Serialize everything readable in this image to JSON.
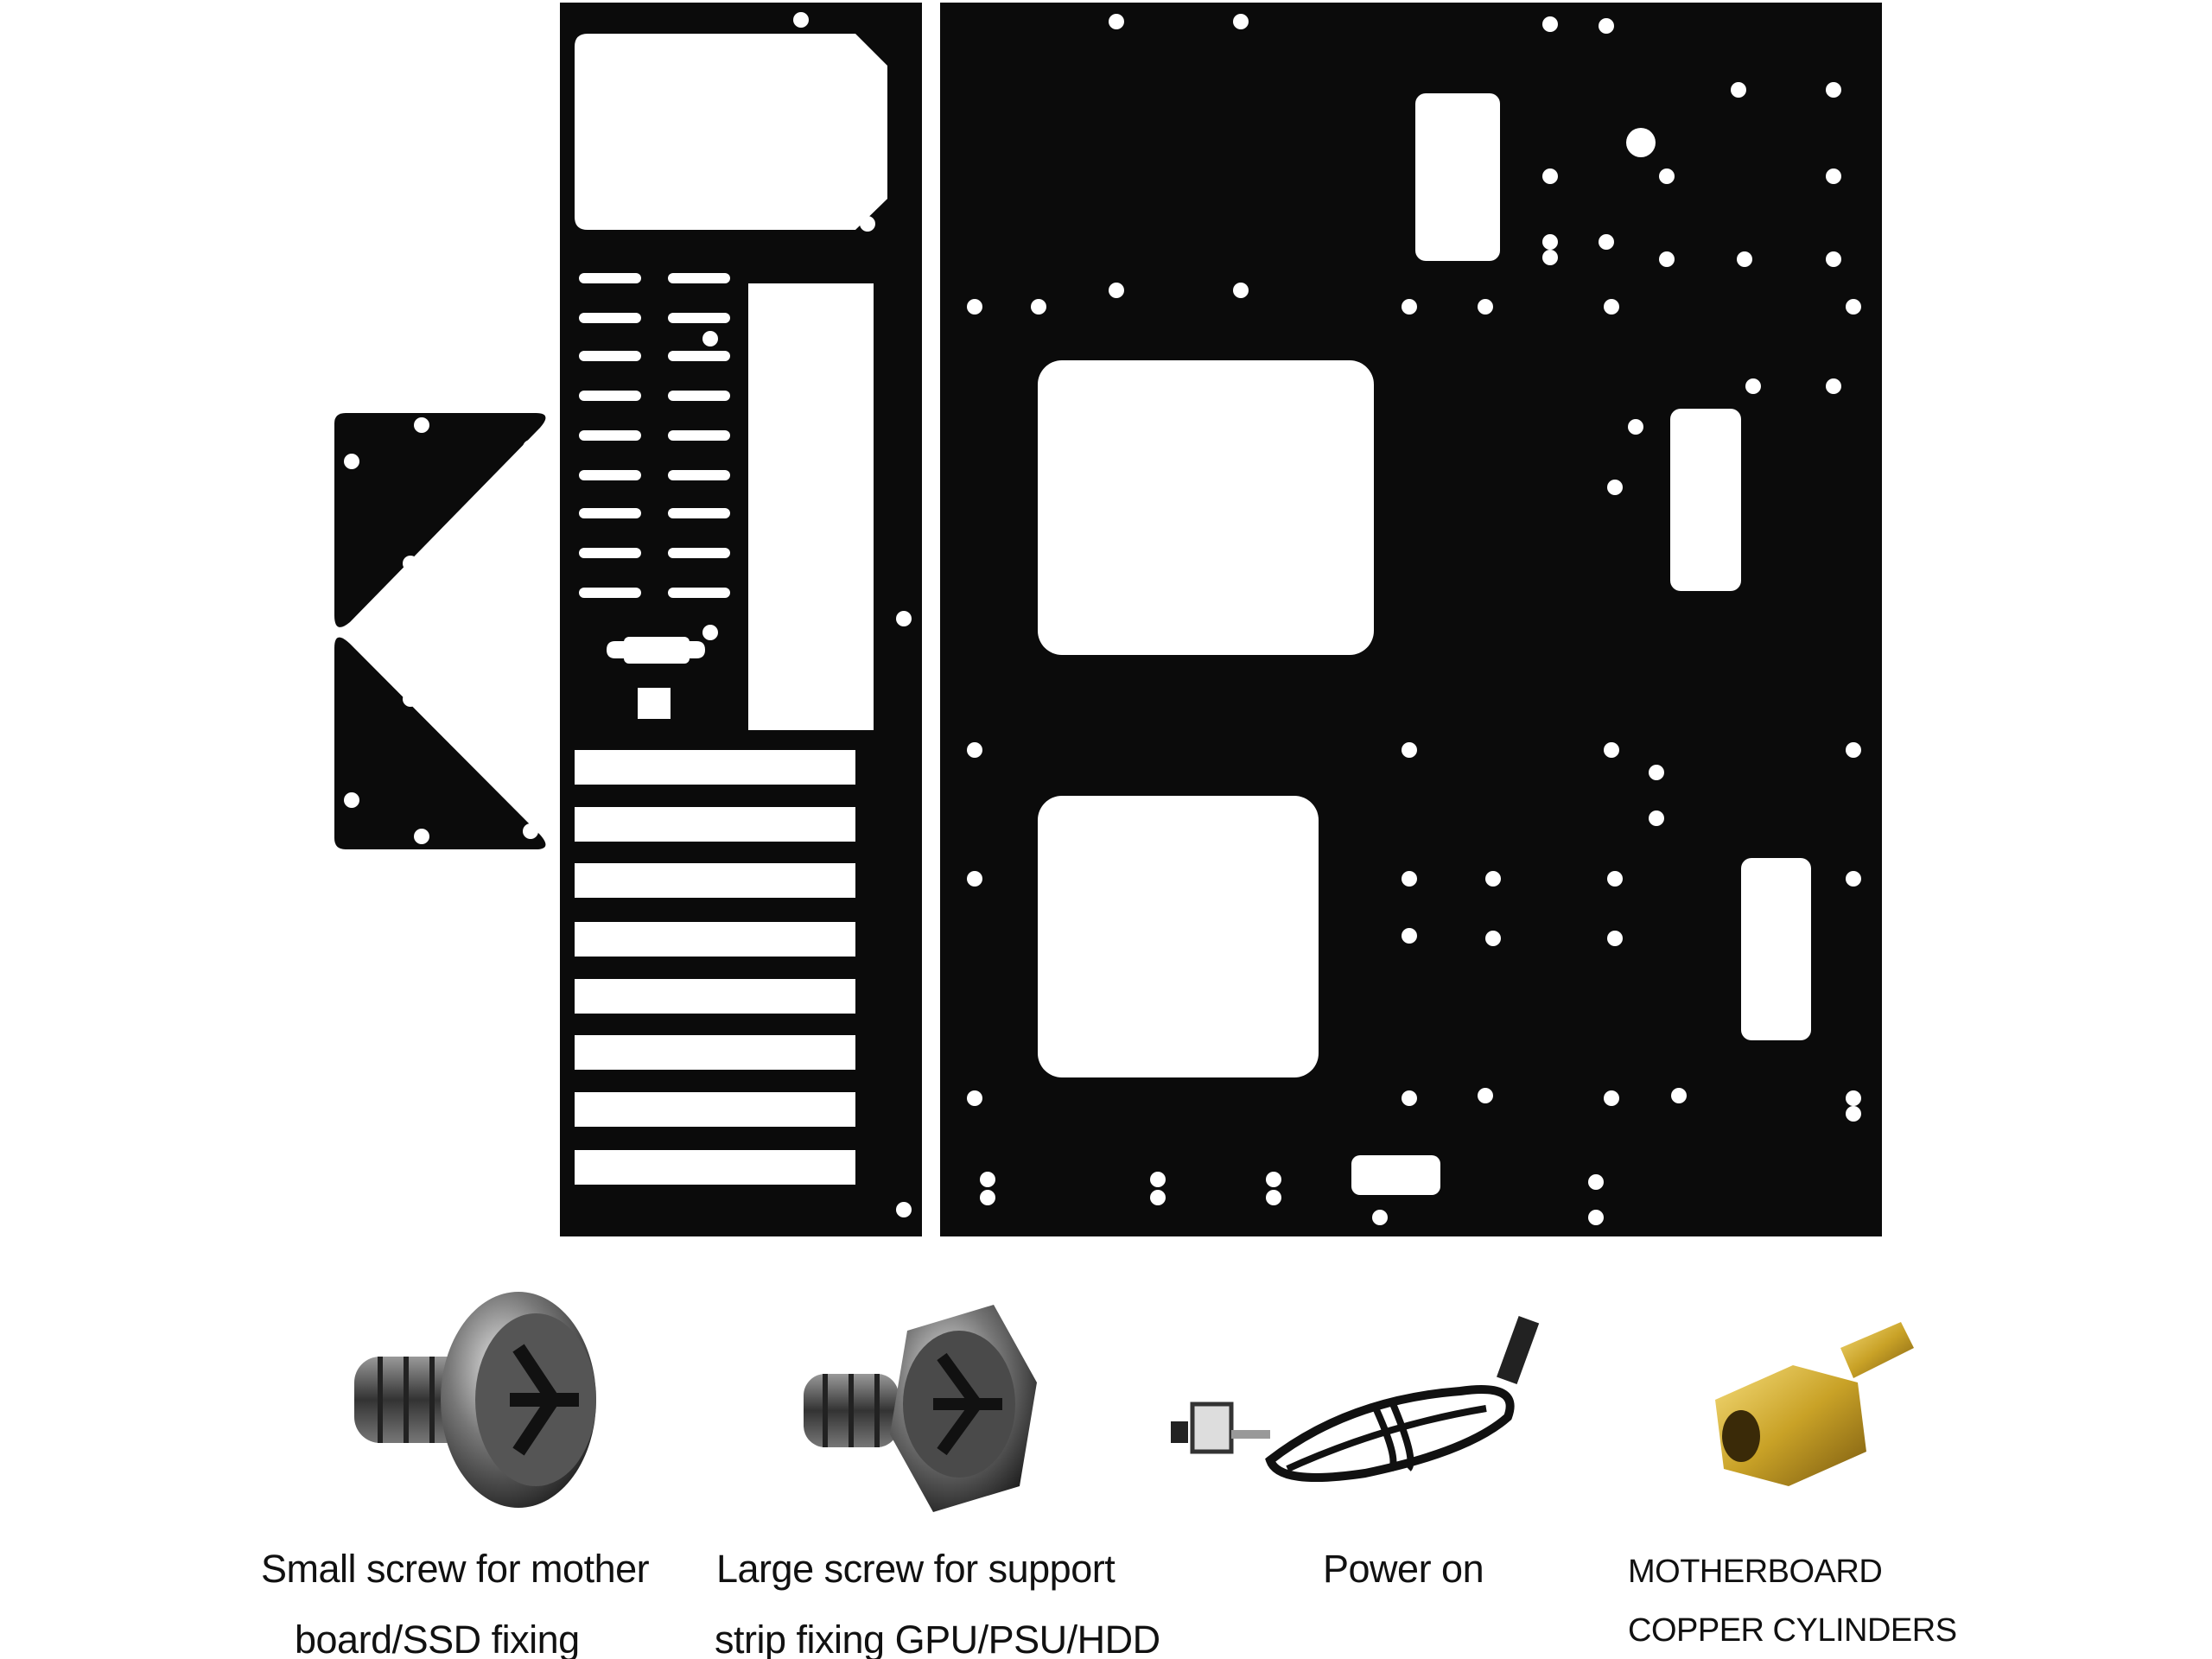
{
  "captions": {
    "small_screw": {
      "line1": "Small screw for mother",
      "line2": "board/SSD fixing"
    },
    "large_screw": {
      "line1": "Large screw for support",
      "line2": "strip fixing GPU/PSU/HDD"
    },
    "power": {
      "line1": "Power on"
    },
    "copper": {
      "line1": "MOTHERBOARD",
      "line2": "COPPER CYLINDERS"
    }
  },
  "colors": {
    "panel": "#0b0b0b",
    "brass": "#c9a227"
  }
}
